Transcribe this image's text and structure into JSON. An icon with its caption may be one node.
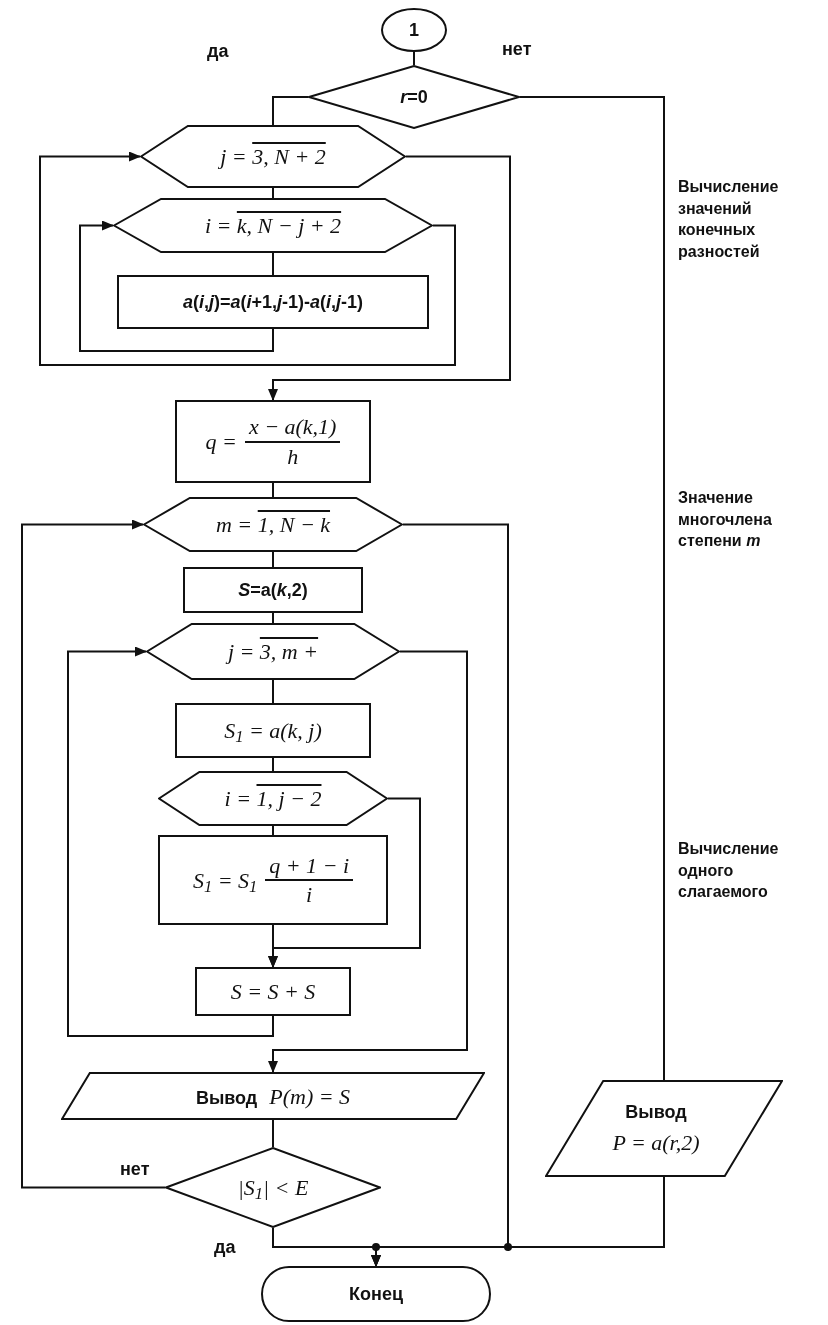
{
  "diagram": {
    "nodes": [
      {
        "text": [
          "1"
        ]
      },
      {
        "text": [
          "*r*=0"
        ]
      },
      {
        "text": [
          "j =",
          "3, N + 2"
        ]
      },
      {
        "text": [
          "i =",
          "k, N − j + 2"
        ]
      },
      {
        "text": [
          "*a*(*i*,*j*)=*a*(*i*+1,*j*-1)-*a*(*i*,*j*-1)"
        ]
      },
      {
        "text": [
          "q =",
          "x − a(k,1)",
          "h"
        ]
      },
      {
        "text": [
          "m =",
          "1, N − k"
        ]
      },
      {
        "text": [
          "*S*=a(*k*,2)"
        ]
      },
      {
        "text": [
          "j =",
          "3, m +"
        ]
      },
      {
        "text": [
          "S$_{1}$ = a(k, j)"
        ]
      },
      {
        "text": [
          "i =",
          "1, j − 2"
        ]
      },
      {
        "text": [
          "S$_{1}$ = S$_{1}$",
          "q + 1 − i",
          "i"
        ]
      },
      {
        "text": [
          "S = S + S"
        ]
      },
      {
        "text": [
          "Вывод",
          "P(m) = S"
        ]
      },
      {
        "text": [
          "|S$_{1}$| < E"
        ]
      },
      {
        "text": [
          "Вывод",
          "P = a(r,2)"
        ]
      },
      {
        "text": [
          "Конец"
        ]
      }
    ],
    "edges": [
      {
        "from": 0,
        "to": 1,
        "arrow": "none"
      },
      {
        "from": 1,
        "to": 2,
        "arrow": "none",
        "label": "да"
      },
      {
        "from": 1,
        "to": 15,
        "arrow": "none",
        "label": "нет"
      },
      {
        "from": 2,
        "to": 3,
        "arrow": "none"
      },
      {
        "from": 3,
        "to": 4,
        "arrow": "none"
      },
      {
        "from": 4,
        "to": 3,
        "arrow": "to"
      },
      {
        "from": 3,
        "to": 2,
        "arrow": "to"
      },
      {
        "from": 2,
        "to": 5,
        "arrow": "to"
      },
      {
        "from": 5,
        "to": 6,
        "arrow": "none"
      },
      {
        "from": 6,
        "to": 7,
        "arrow": "none"
      },
      {
        "from": 7,
        "to": 8,
        "arrow": "none"
      },
      {
        "from": 8,
        "to": 9,
        "arrow": "none"
      },
      {
        "from": 9,
        "to": 10,
        "arrow": "none"
      },
      {
        "from": 10,
        "to": 11,
        "arrow": "none"
      },
      {
        "from": 11,
        "to": 12,
        "arrow": "to"
      },
      {
        "from": 10,
        "to": 12,
        "arrow": "to"
      },
      {
        "from": 12,
        "to": 8,
        "arrow": "to"
      },
      {
        "from": 8,
        "to": 13,
        "arrow": "to"
      },
      {
        "from": 13,
        "to": 14,
        "arrow": "none"
      },
      {
        "from": 14,
        "to": 6,
        "arrow": "to",
        "label": "нет"
      },
      {
        "from": 6,
        "to": 16,
        "arrow": "to"
      },
      {
        "from": 14,
        "to": 16,
        "arrow": "to",
        "label": "да"
      },
      {
        "from": 15,
        "to": 16,
        "arrow": "to"
      }
    ],
    "labels": [
      "Вычисление значений конечных разностей",
      "Значение многочлена степени *m*",
      "Вычисление одного слагаемого"
    ]
  }
}
